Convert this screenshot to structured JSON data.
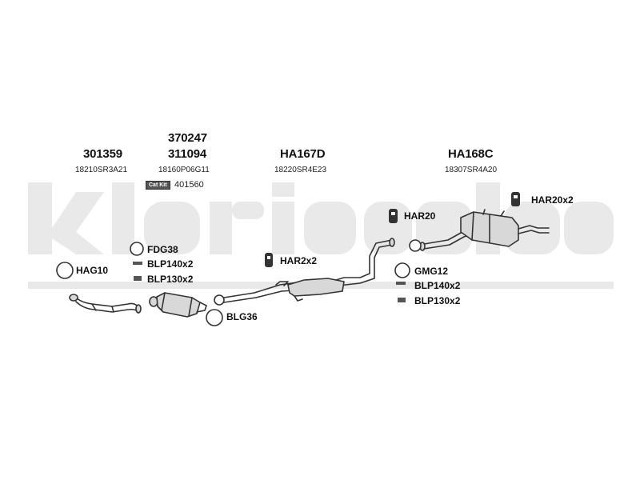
{
  "watermark": {
    "text": "klarius"
  },
  "groups": [
    {
      "part": "301359",
      "oem": "18210SR3A21"
    },
    {
      "part_top": "370247",
      "part": "311094",
      "oem": "18160P06G11"
    },
    {
      "part": "HA167D",
      "oem": "18220SR4E23"
    },
    {
      "part": "HA168C",
      "oem": "18307SR4A20"
    }
  ],
  "catkit": {
    "badge": "Cat Kit",
    "number": "401560"
  },
  "labels": {
    "hag10": "HAG10",
    "fdg38": "FDG38",
    "blp140_a": "BLP140x2",
    "blp130_a": "BLP130x2",
    "blg36": "BLG36",
    "har2": "HAR2x2",
    "har20": "HAR20",
    "har20x2": "HAR20x2",
    "gmg12": "GMG12",
    "blp140_b": "BLP140x2",
    "blp130_b": "BLP130x2"
  },
  "colors": {
    "watermark": "#e9e9e9",
    "line": "#333333",
    "part_fill": "#d8d8d8"
  }
}
